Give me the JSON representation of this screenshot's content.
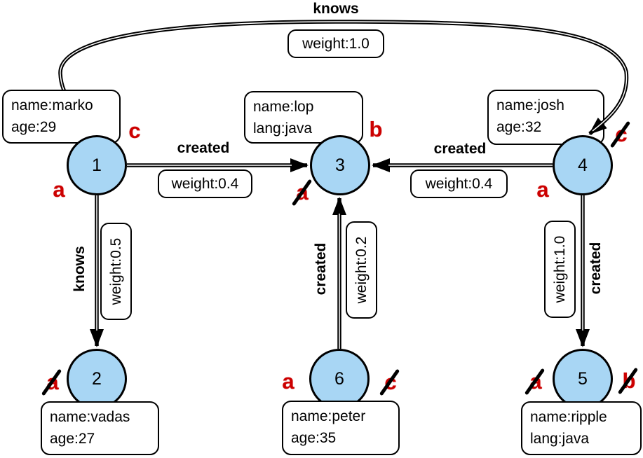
{
  "nodes": {
    "v1": {
      "id": "1",
      "prop1": "name:marko",
      "prop2": "age:29"
    },
    "v2": {
      "id": "2",
      "prop1": "name:vadas",
      "prop2": "age:27"
    },
    "v3": {
      "id": "3",
      "prop1": "name:lop",
      "prop2": "lang:java"
    },
    "v4": {
      "id": "4",
      "prop1": "name:josh",
      "prop2": "age:32"
    },
    "v5": {
      "id": "5",
      "prop1": "name:ripple",
      "prop2": "lang:java"
    },
    "v6": {
      "id": "6",
      "prop1": "name:peter",
      "prop2": "age:35"
    }
  },
  "edges": {
    "knows_1_4": {
      "label": "knows",
      "weight": "weight:1.0"
    },
    "created_1_3": {
      "label": "created",
      "weight": "weight:0.4"
    },
    "created_4_3": {
      "label": "created",
      "weight": "weight:0.4"
    },
    "knows_1_2": {
      "label": "knows",
      "weight": "weight:0.5"
    },
    "created_6_3": {
      "label": "created",
      "weight": "weight:0.2"
    },
    "created_4_5": {
      "label": "created",
      "weight": "weight:1.0"
    }
  },
  "step_labels": {
    "v1_c": "c",
    "v1_a": "a",
    "v2_a": "a",
    "v3_b": "b",
    "v3_a": "a",
    "v4_c": "c",
    "v4_a": "a",
    "v5_a": "a",
    "v5_b": "b",
    "v6_a": "a",
    "v6_c": "c"
  },
  "crossed_out": [
    "v2_a",
    "v3_a",
    "v4_c",
    "v5_a",
    "v5_b",
    "v6_c"
  ],
  "colors": {
    "vertex_fill": "#A8D6F4",
    "stroke": "#000000",
    "marker_red": "#CC0000",
    "background": "#FFFFFF"
  }
}
